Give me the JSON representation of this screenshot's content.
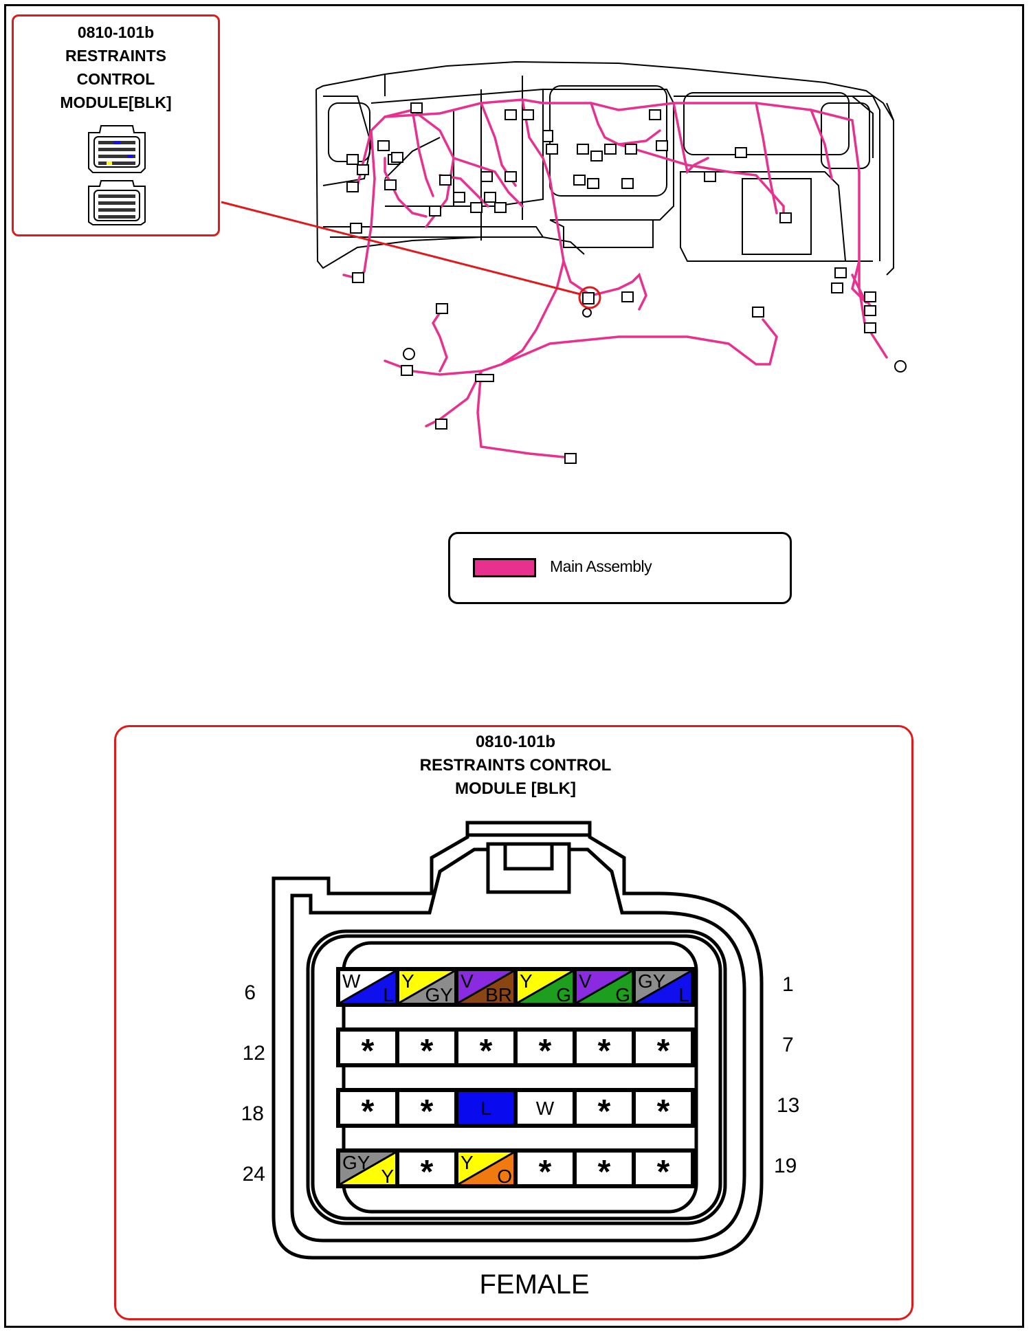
{
  "callout": {
    "title_lines": [
      "0810-101b",
      "RESTRAINTS",
      "CONTROL",
      "MODULE[BLK]"
    ]
  },
  "legend": {
    "label": "Main Assembly",
    "color": "#e8308f"
  },
  "detail": {
    "title_lines": [
      "0810-101b",
      "RESTRAINTS CONTROL",
      "MODULE [BLK]"
    ],
    "gender": "FEMALE",
    "row_labels_left": [
      "6",
      "12",
      "18",
      "24"
    ],
    "row_labels_right": [
      "1",
      "7",
      "13",
      "19"
    ],
    "rows": [
      [
        {
          "top": "W",
          "bottom": "L",
          "c1": "#ffffff",
          "c2": "#1010ee"
        },
        {
          "top": "Y",
          "bottom": "GY",
          "c1": "#ffff00",
          "c2": "#8c8c8c"
        },
        {
          "top": "V",
          "bottom": "BR",
          "c1": "#8a2be2",
          "c2": "#8b4513"
        },
        {
          "top": "Y",
          "bottom": "G",
          "c1": "#ffff00",
          "c2": "#1e9e1e"
        },
        {
          "top": "V",
          "bottom": "G",
          "c1": "#8a2be2",
          "c2": "#1e9e1e"
        },
        {
          "top": "GY",
          "bottom": "L",
          "c1": "#8c8c8c",
          "c2": "#1010ee"
        }
      ],
      [
        {
          "star": "*"
        },
        {
          "star": "*"
        },
        {
          "star": "*"
        },
        {
          "star": "*"
        },
        {
          "star": "*"
        },
        {
          "star": "*"
        }
      ],
      [
        {
          "star": "*"
        },
        {
          "star": "*"
        },
        {
          "solid": "L",
          "color": "#0a0aee",
          "text_color": "#000000"
        },
        {
          "solid": "W",
          "color": "#ffffff",
          "text_color": "#000000"
        },
        {
          "star": "*"
        },
        {
          "star": "*"
        }
      ],
      [
        {
          "top": "GY",
          "bottom": "Y",
          "c1": "#8c8c8c",
          "c2": "#ffff00"
        },
        {
          "star": "*"
        },
        {
          "top": "Y",
          "bottom": "O",
          "c1": "#ffff00",
          "c2": "#f07a10"
        },
        {
          "star": "*"
        },
        {
          "star": "*"
        },
        {
          "star": "*"
        }
      ]
    ]
  }
}
